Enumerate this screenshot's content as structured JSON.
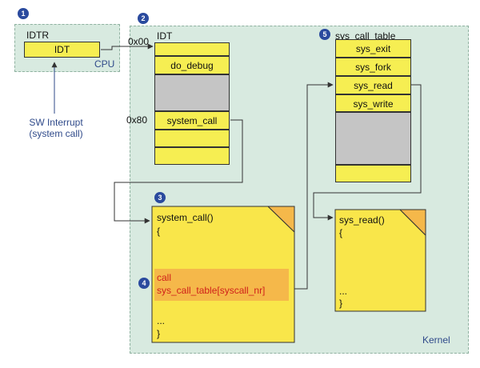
{
  "badges": [
    "1",
    "2",
    "3",
    "4",
    "5"
  ],
  "cpu": {
    "register": "IDTR",
    "cell": "IDT",
    "label": "CPU"
  },
  "interrupt": {
    "line1": "SW Interrupt",
    "line2": "(system call)"
  },
  "idt": {
    "title": "IDT",
    "offset_top": "0x00",
    "offset_mid": "0x80",
    "cells": [
      "do_debug",
      "system_call"
    ]
  },
  "kernel": {
    "label": "Kernel"
  },
  "syscall_table": {
    "title": "sys_call_table",
    "cells": [
      "sys_exit",
      "sys_fork",
      "sys_read",
      "sys_write"
    ]
  },
  "system_call_code": {
    "header": "system_call()",
    "open": "{",
    "call_line1": "call",
    "call_line2": "sys_call_table[syscall_nr]",
    "ellipsis": "...",
    "close": "}"
  },
  "sys_read_code": {
    "header": "sys_read()",
    "open": "{",
    "ellipsis": "...",
    "close": "}"
  },
  "colors": {
    "cell_yellow": "#f6ee52",
    "doc_yellow": "#f9e64a",
    "region_green": "#d8eae0",
    "highlight_orange": "#f5b84a",
    "badge_blue": "#2a4a9e",
    "call_red": "#d0201a"
  }
}
